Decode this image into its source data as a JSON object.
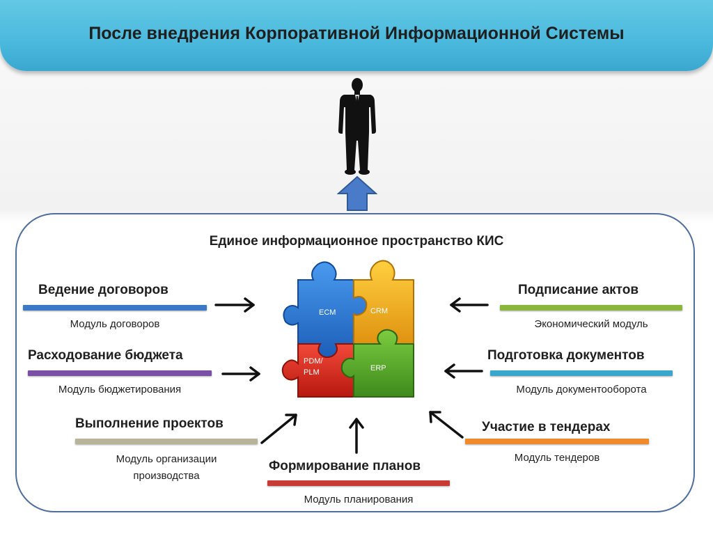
{
  "header": {
    "title": "После внедрения Корпоративной Информационной Системы"
  },
  "center": {
    "title": "Единое информационное пространство КИС"
  },
  "puzzle": {
    "pieces": [
      {
        "label": "ECM",
        "color": "#2e7bd6"
      },
      {
        "label": "CRM",
        "color": "#f0b01e"
      },
      {
        "label": "PDM/",
        "label2": "PLM",
        "color": "#e0271e"
      },
      {
        "label": "ERP",
        "color": "#5aae2e"
      }
    ]
  },
  "left": [
    {
      "title": "Ведение договоров",
      "module": "Модуль договоров",
      "color": "#3b78c8"
    },
    {
      "title": "Расходование бюджета",
      "module": "Модуль бюджетирования",
      "color": "#7a4fa6"
    },
    {
      "title": "Выполнение проектов",
      "module_line1": "Модуль организации",
      "module_line2": "производства",
      "color": "#b8b49a"
    }
  ],
  "right": [
    {
      "title": "Подписание актов",
      "module": "Экономический модуль",
      "color": "#8ab63c"
    },
    {
      "title": "Подготовка документов",
      "module": "Модуль документооборота",
      "color": "#39a6cc"
    },
    {
      "title": "Участие в тендерах",
      "module": "Модуль тендеров",
      "color": "#f08a2a"
    }
  ],
  "bottom": {
    "title": "Формирование планов",
    "module": "Модуль планирования",
    "color": "#c83a36"
  }
}
